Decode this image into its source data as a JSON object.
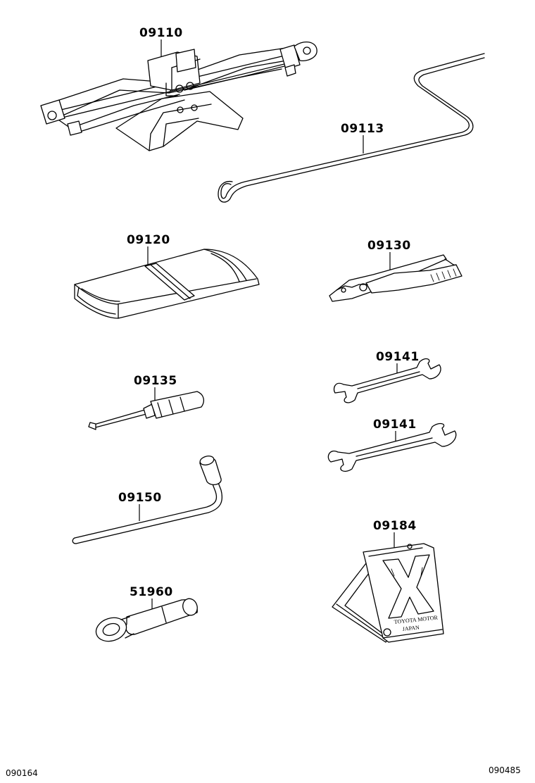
{
  "parts": [
    {
      "part_number": "09110"
    },
    {
      "part_number": "09113"
    },
    {
      "part_number": "09120"
    },
    {
      "part_number": "09130"
    },
    {
      "part_number": "09135"
    },
    {
      "part_number": "09141"
    },
    {
      "part_number": "09141"
    },
    {
      "part_number": "09150"
    },
    {
      "part_number": "09184"
    },
    {
      "part_number": "51960"
    }
  ],
  "chock_stamp": {
    "line1": "TOYOTA MOTOR",
    "line2": "JAPAN"
  },
  "footer": {
    "left_code": "090164",
    "right_code": "090485"
  }
}
